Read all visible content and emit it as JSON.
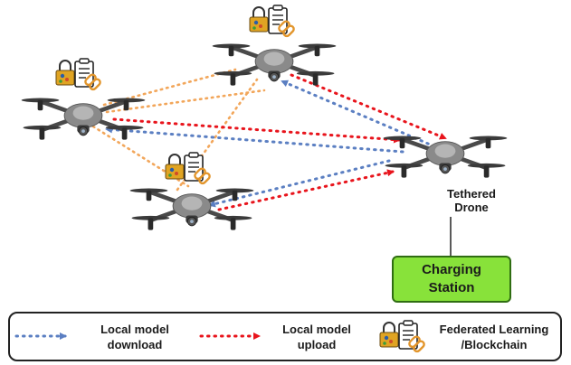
{
  "tethered_label_line1": "Tethered",
  "tethered_label_line2": "Drone",
  "charging_station_label": "Charging\nStation",
  "legend": {
    "download_line1": "Local model",
    "download_line2": "download",
    "upload_line1": "Local model",
    "upload_line2": "upload",
    "fl_line1": "Federated Learning",
    "fl_line2": "/Blockchain"
  },
  "colors": {
    "download_arrow": "#5b7fc2",
    "upload_arrow": "#e8141c",
    "peer_link": "#f2a65a",
    "station_fill": "#88e23a"
  },
  "icons": [
    "drone-icon",
    "lock-icon",
    "clipboard-icon",
    "chain-link-icon"
  ]
}
